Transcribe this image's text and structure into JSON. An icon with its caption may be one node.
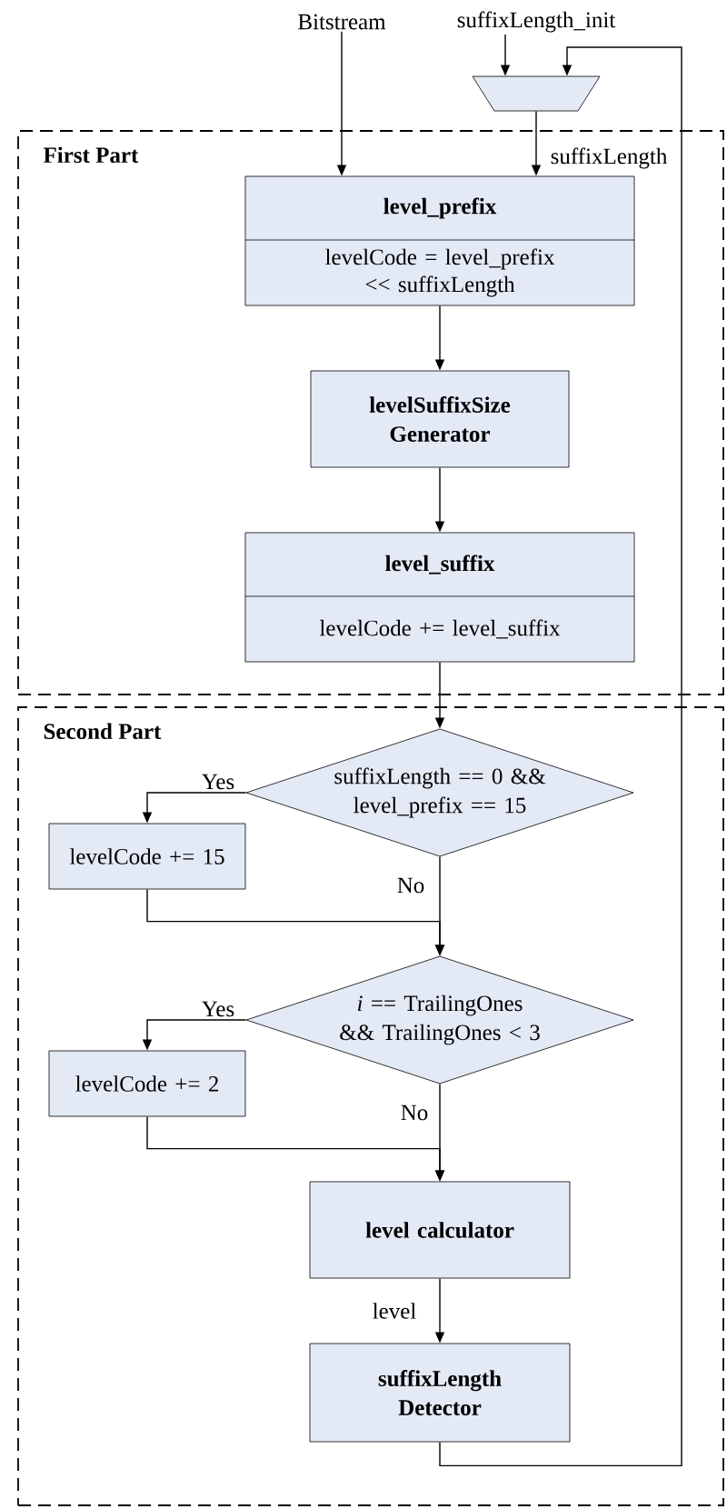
{
  "diagram": {
    "nodes": [
      {
        "text": [
          "First Part"
        ]
      },
      {
        "text": [
          "Second Part"
        ]
      },
      {
        "text": [
          "Bitstream"
        ]
      },
      {
        "text": [
          "suffixLength_init"
        ]
      },
      {
        "text": [],
        "shape": "trapezoid"
      },
      {
        "text": [
          "level_prefix",
          "levelCode = level_prefix << suffixLength"
        ],
        "in": 0
      },
      {
        "text": [
          "levelSuffixSize Generator"
        ],
        "in": 0
      },
      {
        "text": [
          "level_suffix",
          "levelCode += level_suffix"
        ],
        "in": 0
      },
      {
        "text": [
          "suffixLength == 0 && level_prefix == 15"
        ],
        "in": 1
      },
      {
        "text": [
          "levelCode += 15"
        ],
        "in": 1
      },
      {
        "text": [
          "*i* == TrailingOnes && TrailingOnes < 3"
        ],
        "in": 1
      },
      {
        "text": [
          "levelCode += 2"
        ],
        "in": 1
      },
      {
        "text": [
          "level calculator"
        ],
        "in": 1
      },
      {
        "text": [
          "suffixLength Detector"
        ],
        "in": 1
      }
    ],
    "edges": [
      {
        "from": 2,
        "to": 5,
        "arrow": "to"
      },
      {
        "from": 3,
        "to": 4,
        "arrow": "to"
      },
      {
        "from": 13,
        "to": 4,
        "arrow": "to"
      },
      {
        "from": 4,
        "to": 5,
        "arrow": "to",
        "label": "suffixLength"
      },
      {
        "from": 5,
        "to": 6,
        "arrow": "to"
      },
      {
        "from": 6,
        "to": 7,
        "arrow": "to"
      },
      {
        "from": 7,
        "to": 8,
        "arrow": "to"
      },
      {
        "from": 8,
        "to": 9,
        "arrow": "to",
        "label": "Yes"
      },
      {
        "from": 9,
        "to": 10,
        "arrow": "to"
      },
      {
        "from": 8,
        "to": 10,
        "arrow": "to",
        "label": "No"
      },
      {
        "from": 10,
        "to": 11,
        "arrow": "to",
        "label": "Yes"
      },
      {
        "from": 11,
        "to": 12,
        "arrow": "to"
      },
      {
        "from": 10,
        "to": 12,
        "arrow": "to",
        "label": "No"
      },
      {
        "from": 12,
        "to": 13,
        "arrow": "to",
        "label": "level"
      }
    ]
  }
}
